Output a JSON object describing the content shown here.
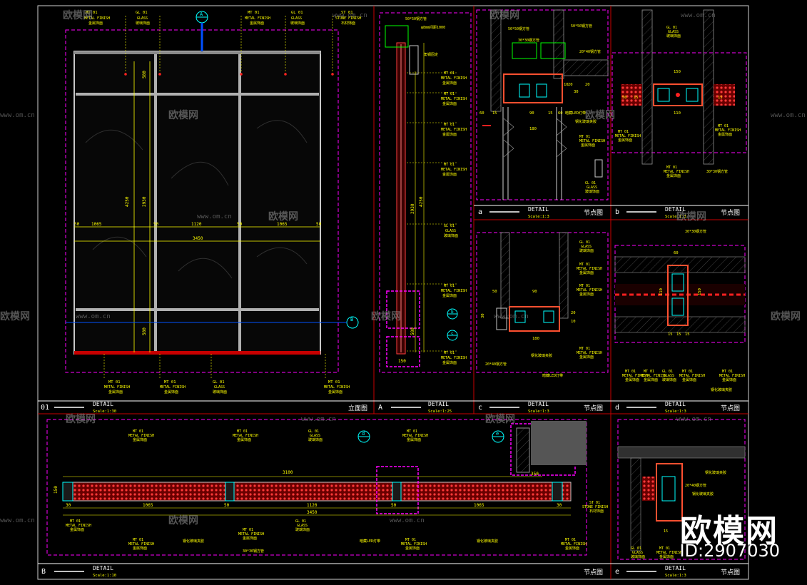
{
  "colors": {
    "frame": "#ffffff",
    "border_red": "#c80000",
    "magenta": "#ff00ff",
    "yellow": "#ffff00",
    "cyan": "#00ffff",
    "red": "#ff2020",
    "hatch": "#b00000",
    "green": "#00ff00",
    "grey": "#808080",
    "white": "#e8e8e8"
  },
  "watermark": {
    "site": "www.om.cn",
    "brand": "欧模网",
    "id": "ID:2907030"
  },
  "panels": {
    "p01": {
      "num": "01",
      "title": "DETAIL",
      "scale": "Scale:1:30",
      "kind": "立面图"
    },
    "pA": {
      "num": "A",
      "title": "DETAIL",
      "scale": "Scale:1:25"
    },
    "pa": {
      "num": "a",
      "title": "DETAIL",
      "scale": "Scale:1:3",
      "kind": "节点图"
    },
    "pb": {
      "num": "b",
      "title": "DETAIL",
      "scale": "Scale:1:3",
      "kind": "节点图"
    },
    "pc": {
      "num": "c",
      "title": "DETAIL",
      "scale": "Scale:1:3",
      "kind": "节点图"
    },
    "pd": {
      "num": "d",
      "title": "DETAIL",
      "scale": "Scale:1:3",
      "kind": "节点图"
    },
    "pB": {
      "num": "B",
      "title": "DETAIL",
      "scale": "Scale:1:10",
      "kind": "节点图"
    },
    "pe": {
      "num": "e",
      "title": "DETAIL",
      "scale": "Scale:1:3",
      "kind": "节点图"
    }
  },
  "tags": {
    "mt": {
      "code": "MT 01",
      "name": "METAL FINISH",
      "cn": "金属饰面"
    },
    "gl": {
      "code": "GL 01",
      "name": "GLASS",
      "cn": "玻璃饰面"
    },
    "st": {
      "code": "ST 01",
      "name": "STONE FINISH",
      "cn": "石材饰面"
    }
  },
  "dims01": {
    "w1": "1065",
    "w2": "1120",
    "w3": "1065",
    "total": "3450",
    "g1": "50",
    "g2": "50",
    "g3": "50",
    "g4": "50",
    "h_total": "4250",
    "h_mid": "2930",
    "h_top": "580",
    "h_bot": "580"
  },
  "dimsA": {
    "h1": "2930",
    "h2": "4250",
    "h3": "580",
    "w": "150"
  },
  "dimsB": {
    "total": "3100",
    "total2": "3450",
    "w1": "1065",
    "w2": "1120",
    "w3": "1065",
    "left": "30",
    "j1": "50",
    "j2": "50",
    "right": "30",
    "h": "150",
    "r": "350"
  },
  "notes": {
    "led": "暗藏LED灯带",
    "steel": "钢化玻璃夹胶",
    "tube": "30*30钢方管",
    "tube2": "20*40钢方管",
    "glass_txt": "钢化玻璃夹胶"
  },
  "detailA_notes": [
    "50*50钢方管",
    "φ8mm间距1000",
    "角钢固定"
  ],
  "detail_a": {
    "dims": [
      "60",
      "15",
      "90",
      "15",
      "60",
      "180",
      "10",
      "20",
      "30",
      "20"
    ]
  },
  "detail_b": {
    "dims": [
      "150",
      "110",
      "50",
      "15",
      "15"
    ]
  },
  "detail_c": {
    "dims": [
      "30",
      "90",
      "50",
      "180",
      "20",
      "10",
      "20"
    ]
  },
  "detail_d": {
    "dims": [
      "60",
      "110",
      "150",
      "15",
      "15",
      "15"
    ]
  },
  "markers": {
    "A": "A",
    "B": "B",
    "b": "b",
    "c": "c",
    "d": "d",
    "e": "e"
  }
}
